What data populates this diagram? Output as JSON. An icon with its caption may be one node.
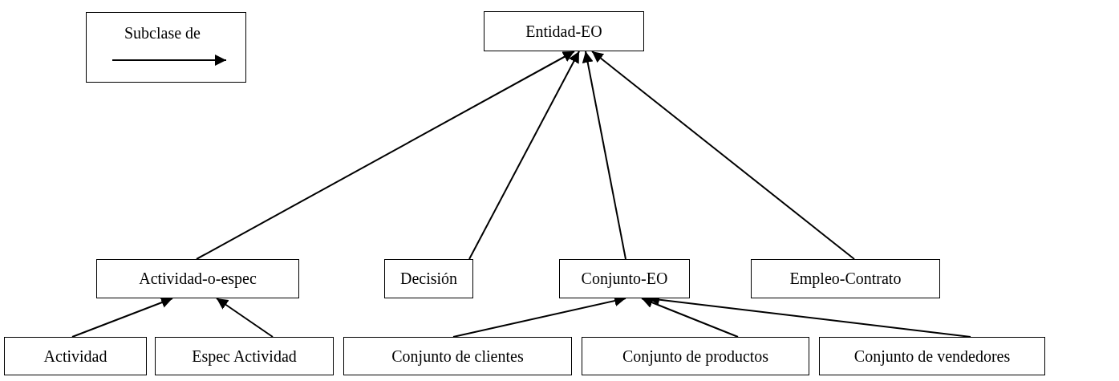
{
  "diagram": {
    "nodes": [
      {
        "text": [
          "Entidad-EO"
        ]
      },
      {
        "text": [
          "Actividad-o-espec"
        ]
      },
      {
        "text": [
          "Decisión"
        ]
      },
      {
        "text": [
          "Conjunto-EO"
        ]
      },
      {
        "text": [
          "Empleo-Contrato"
        ]
      },
      {
        "text": [
          "Actividad"
        ]
      },
      {
        "text": [
          "Espec Actividad"
        ]
      },
      {
        "text": [
          "Conjunto de clientes"
        ]
      },
      {
        "text": [
          "Conjunto de productos"
        ]
      },
      {
        "text": [
          "Conjunto de vendedores"
        ]
      }
    ],
    "edges": [
      {
        "from": 1,
        "to": 0,
        "arrow": "to"
      },
      {
        "from": 2,
        "to": 0,
        "arrow": "to"
      },
      {
        "from": 3,
        "to": 0,
        "arrow": "to"
      },
      {
        "from": 4,
        "to": 0,
        "arrow": "to"
      },
      {
        "from": 5,
        "to": 1,
        "arrow": "to"
      },
      {
        "from": 6,
        "to": 1,
        "arrow": "to"
      },
      {
        "from": 7,
        "to": 3,
        "arrow": "to"
      },
      {
        "from": 8,
        "to": 3,
        "arrow": "to"
      },
      {
        "from": 9,
        "to": 3,
        "arrow": "to"
      }
    ],
    "legend": [
      {
        "text": "Subclase de"
      }
    ]
  }
}
